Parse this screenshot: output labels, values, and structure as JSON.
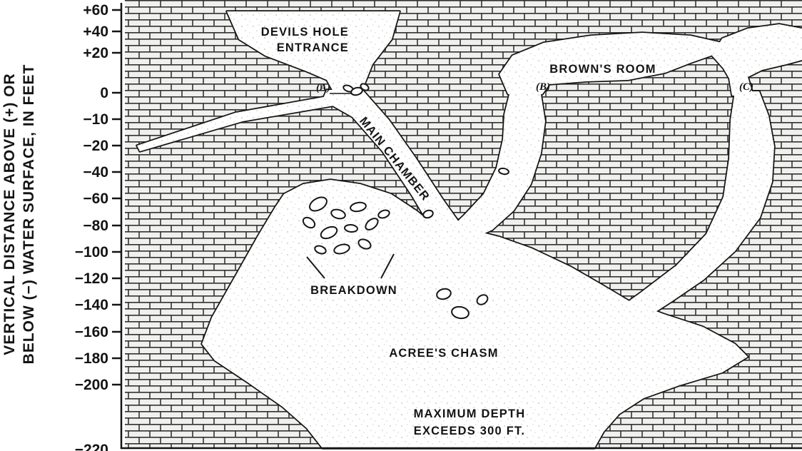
{
  "figure": {
    "axis": {
      "title_line1": "VERTICAL DISTANCE ABOVE (+) OR",
      "title_line2": "BELOW (−) WATER SURFACE, IN FEET",
      "tick_labels": [
        "+60",
        "+40",
        "+20",
        "0",
        "−10",
        "−20",
        "−40",
        "−60",
        "−80",
        "−100",
        "−120",
        "−140",
        "−160",
        "−180",
        "−200",
        "−220"
      ]
    },
    "labels": {
      "entrance_line1": "DEVILS HOLE",
      "entrance_line2": "ENTRANCE",
      "point_a": "(A)",
      "point_b": "(B)",
      "point_c": "(C)",
      "main_chamber": "MAIN CHAMBER",
      "browns_room": "BROWN'S ROOM",
      "breakdown": "BREAKDOWN",
      "acrees_chasm": "ACREE'S CHASM",
      "max_depth_line1": "MAXIMUM DEPTH",
      "max_depth_line2": "EXCEEDS 300 FT."
    },
    "colors": {
      "ink": "#141414",
      "brick_fill": "#f0f0ee",
      "brick_line": "#333333",
      "cave_fill": "#ffffff"
    }
  }
}
